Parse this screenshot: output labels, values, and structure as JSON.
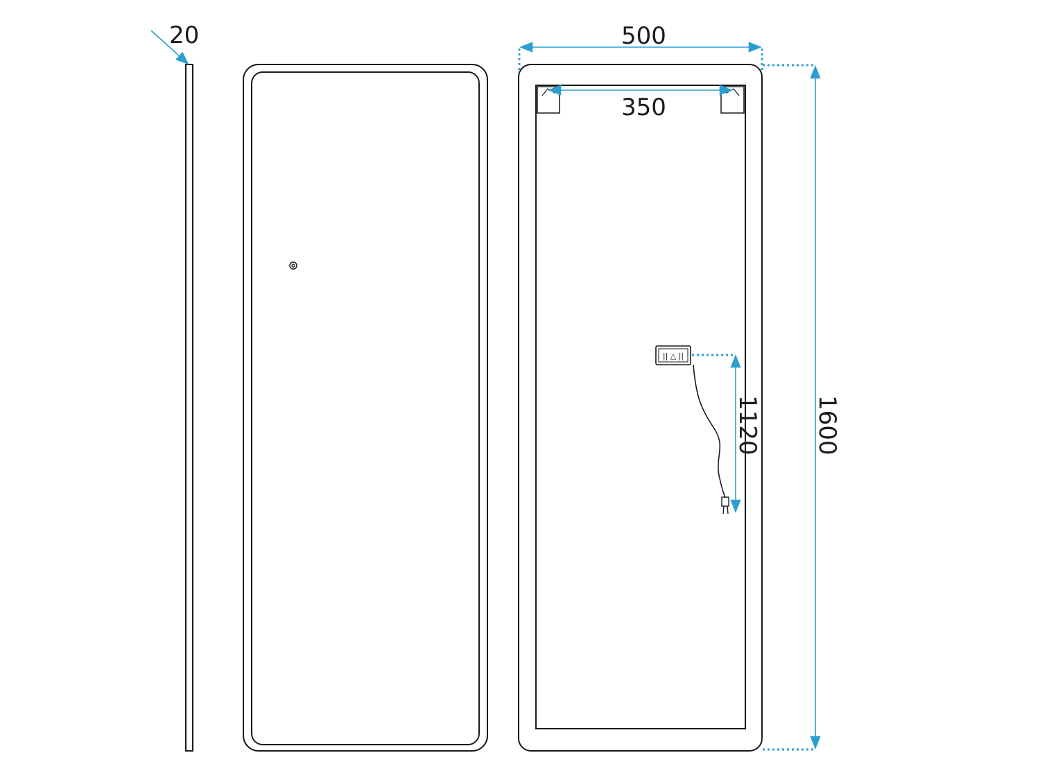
{
  "dimensions": {
    "thickness": "20",
    "width": "500",
    "hanger_spacing": "350",
    "switch_height": "1120",
    "height": "1600"
  },
  "switch_symbol": "|| △ ||",
  "colors": {
    "outline": "#1a1a1a",
    "dimension_line": "#2b9fd0"
  },
  "icons": [
    "touch-sensor-icon",
    "power-plug-icon",
    "hanger-bracket-icon"
  ]
}
